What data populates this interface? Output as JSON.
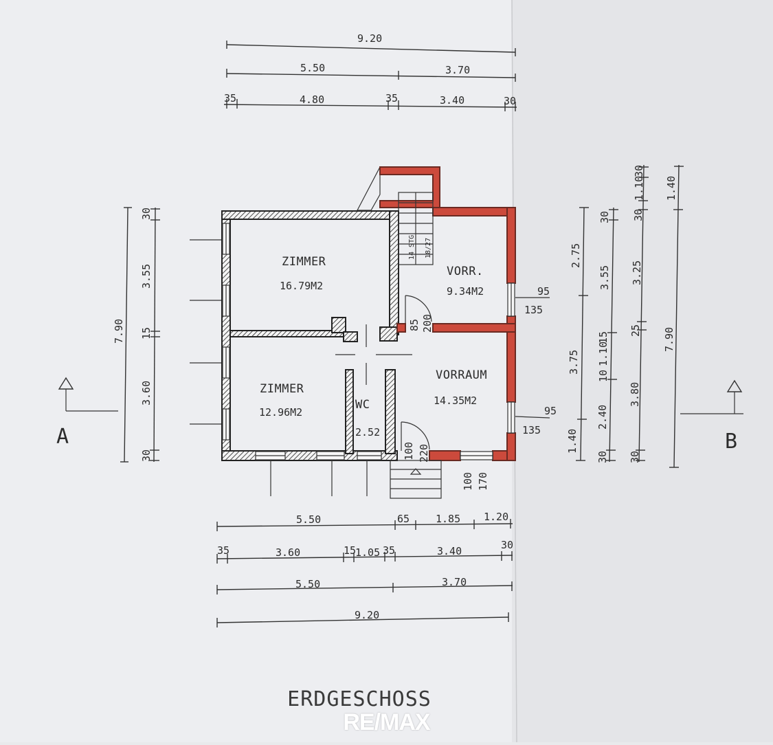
{
  "plan": {
    "floor_title": "ERDGESCHOSS",
    "logo": "RE/MAX",
    "rooms": [
      {
        "name": "ZIMMER",
        "area": "16.79M2"
      },
      {
        "name": "ZIMMER",
        "area": "12.96M2"
      },
      {
        "name": "VORR.",
        "area": "9.34M2"
      },
      {
        "name": "VORRAUM",
        "area": "14.35M2"
      },
      {
        "name": "WC",
        "area": "2.52"
      }
    ],
    "stair_note_a": "14 STG",
    "stair_note_b": "18/27",
    "section_markers": [
      "A",
      "B"
    ]
  },
  "dims": {
    "top_total": "9.20",
    "top_mid": [
      "5.50",
      "3.70"
    ],
    "top_detail": [
      "35",
      "4.80",
      "35",
      "3.40",
      "30"
    ],
    "bottom_row1": [
      "5.50",
      "65",
      "1.85",
      "1.20"
    ],
    "bottom_row2": [
      "35",
      "3.60",
      "15",
      "1.05",
      "35",
      "3.40",
      "30"
    ],
    "bottom_row3": [
      "5.50",
      "3.70"
    ],
    "bottom_total": "9.20",
    "left_outer": "7.90",
    "left_inner": [
      "30",
      "3.55",
      "15",
      "3.60",
      "30"
    ],
    "right_a": [
      "2.75",
      "3.75",
      "1.40"
    ],
    "right_b": [
      "30",
      "3.55",
      "10",
      "1.10",
      "15",
      "2.40",
      "30"
    ],
    "right_c": [
      "30",
      "1.10",
      "30",
      "3.25",
      "25",
      "3.80",
      "30"
    ],
    "right_total": [
      "1.40",
      "7.90"
    ],
    "window_right_1": [
      "95",
      "135"
    ],
    "window_right_2": [
      "95",
      "135"
    ],
    "door_1": [
      "85",
      "200"
    ],
    "door_2": [
      "100",
      "220"
    ],
    "door_3": [
      "100",
      "170"
    ]
  }
}
